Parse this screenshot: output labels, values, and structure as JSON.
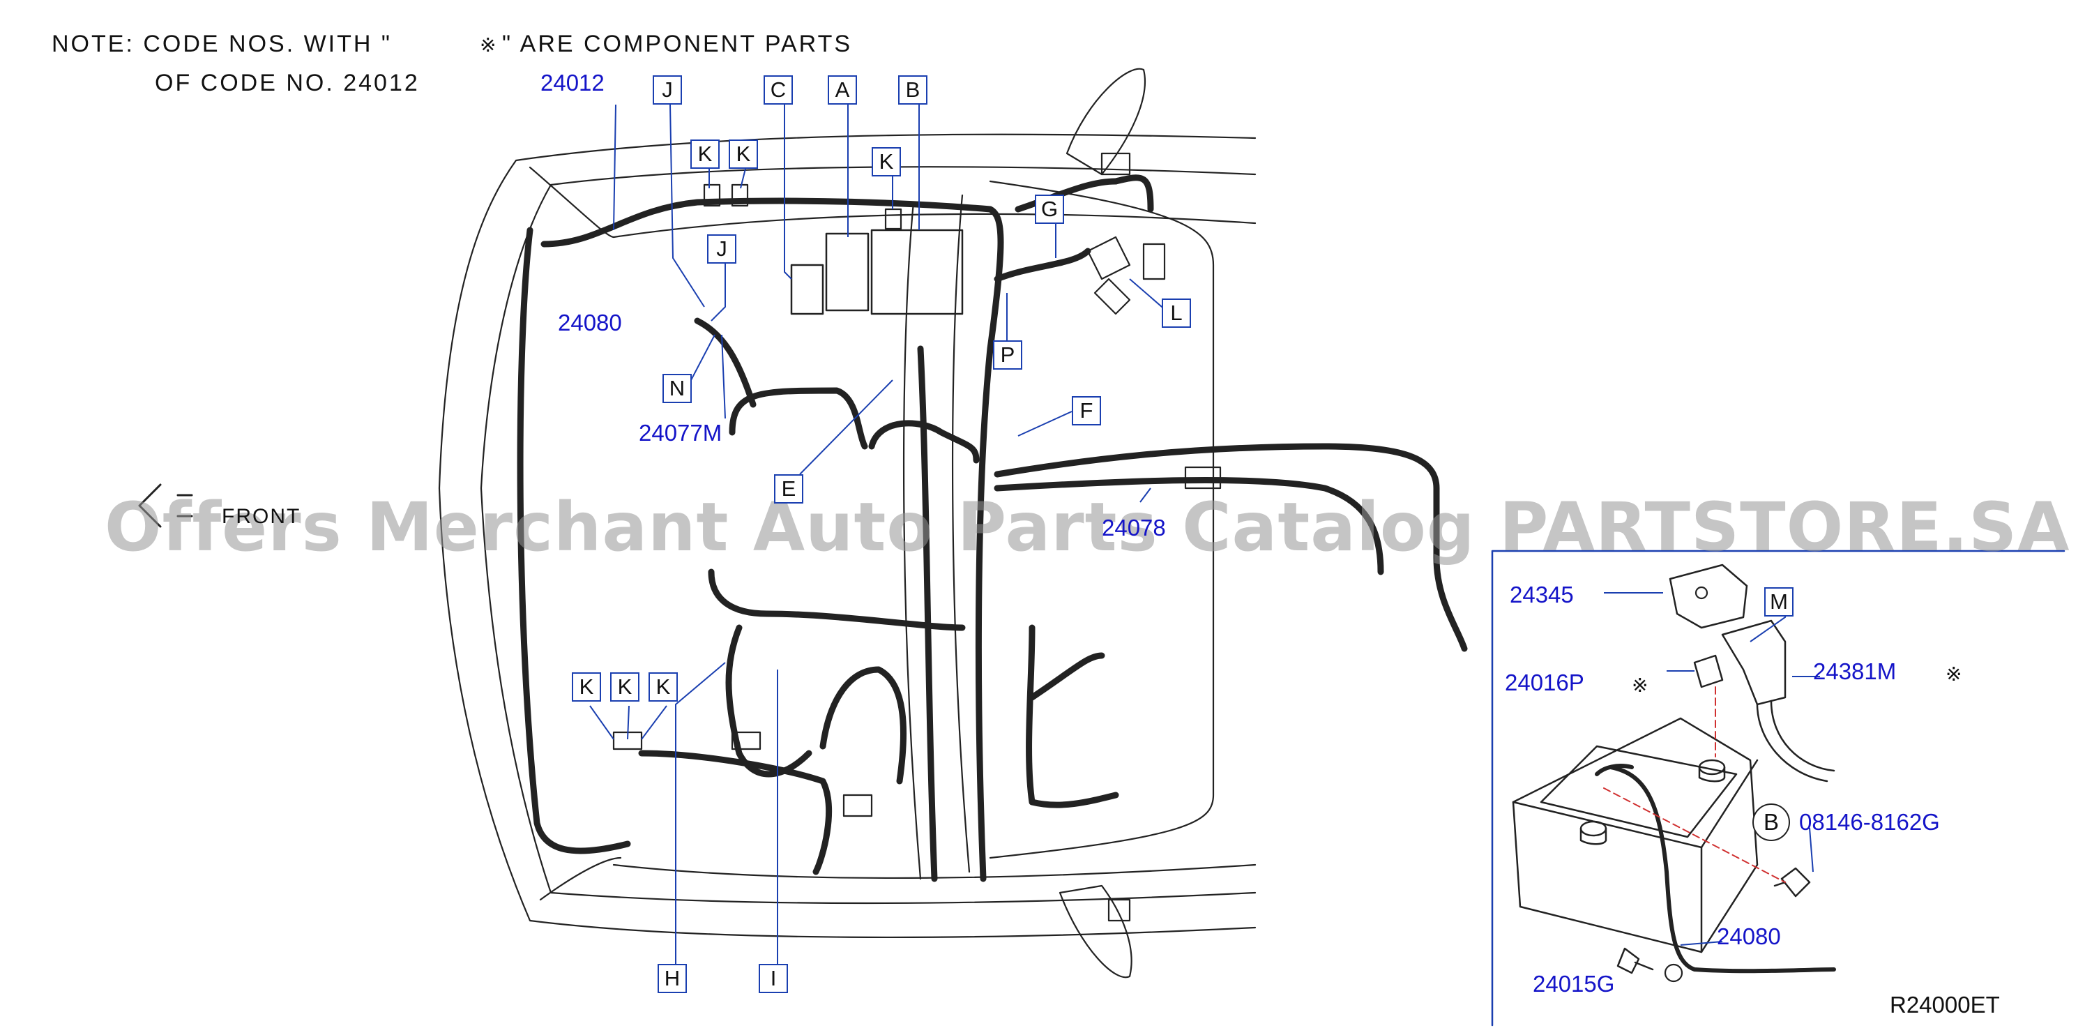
{
  "note": {
    "line1_left": "NOTE:   CODE  NOS.  WITH  \"",
    "mark": "※",
    "line1_right": "\"  ARE  COMPONENT  PARTS",
    "line2": "OF  CODE  NO.  24012"
  },
  "front_label": "FRONT",
  "watermark": "Offers Merchant Auto Parts Catalog PARTSTORE.SA",
  "part_numbers": {
    "p24012": "24012",
    "p24080_left": "24080",
    "p24077M": "24077M",
    "p24078": "24078",
    "p24345": "24345",
    "p24016P": "24016P",
    "p24381M": "24381M",
    "p08146": "08146-8162G",
    "p24080_right": "24080",
    "p24015G": "24015G"
  },
  "component_marks": {
    "m24016P": "※",
    "m24381M": "※"
  },
  "letters": {
    "J_top": "J",
    "C": "C",
    "A": "A",
    "B": "B",
    "K1": "K",
    "K2": "K",
    "K3": "K",
    "J_mid": "J",
    "G": "G",
    "L": "L",
    "P": "P",
    "N": "N",
    "F": "F",
    "E": "E",
    "K4": "K",
    "K5": "K",
    "K6": "K",
    "H": "H",
    "I": "I",
    "M": "M"
  },
  "bolt_symbol": "B",
  "diagram_ref": "R24000ET",
  "colors": {
    "label_blue": "#1414c8",
    "box_border": "#1a3fb0",
    "line": "#222222",
    "dashed": "#d03030"
  }
}
